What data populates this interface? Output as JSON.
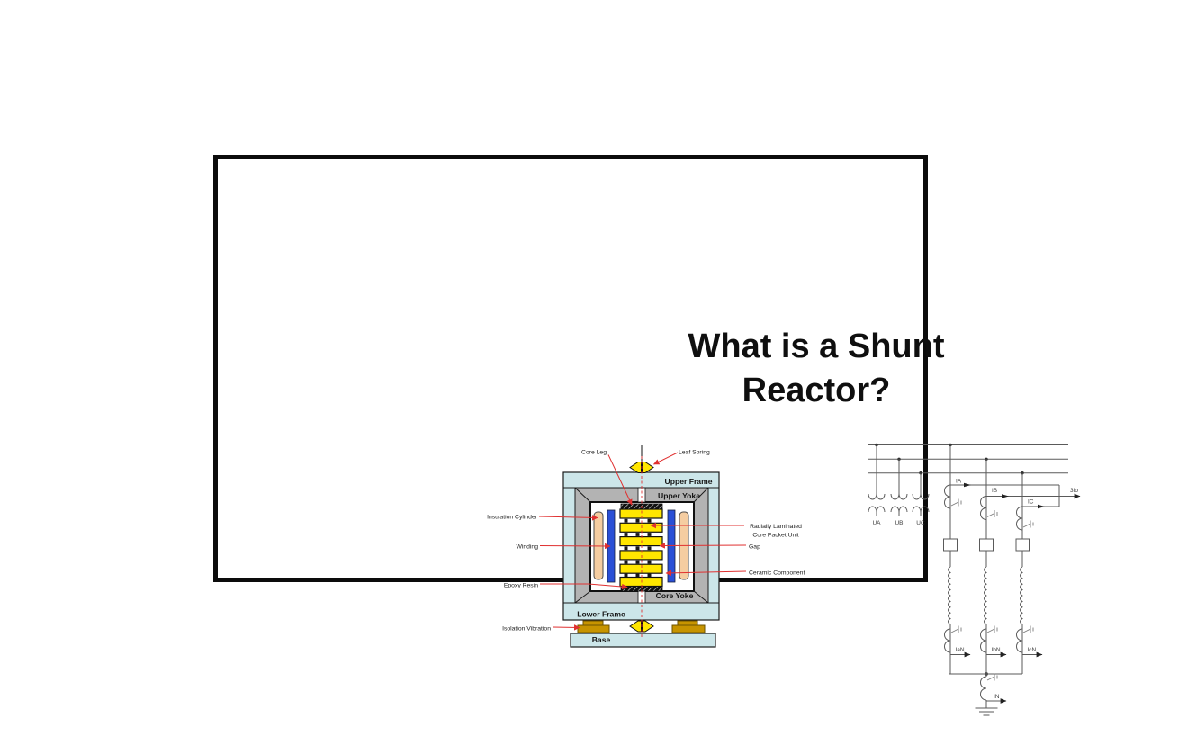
{
  "title": {
    "line1": "What is a Shunt",
    "line2": "Reactor?"
  },
  "reactor": {
    "labels": {
      "core_leg": "Core Leg",
      "leaf_spring": "Leaf Spring",
      "upper_frame": "Upper Frame",
      "upper_yoke": "Upper Yoke",
      "insulation_cylinder": "Insulation Cylinder",
      "winding": "Winding",
      "epoxy_resin": "Epoxy Resin",
      "isolation_vibration": "Isolation Vibration",
      "radially_laminated_line1": "Radially Laminated",
      "radially_laminated_line2": "Core Packet Unit",
      "gap": "Gap",
      "ceramic_component": "Ceramic Component",
      "core_yoke": "Core Yoke",
      "lower_frame": "Lower Frame",
      "base": "Base"
    },
    "colors": {
      "frame": "#cce6e9",
      "yoke_gray": "#b3b3b3",
      "core_yellow": "#ffe600",
      "winding_blue": "#2a4fd6",
      "insulation_peach": "#f5cda1",
      "foot_gold": "#c79400",
      "leader_red": "#e03030"
    }
  },
  "circuit": {
    "voltage_labels": [
      "UA",
      "UB",
      "UC"
    ],
    "phase_current_labels": [
      "IA",
      "IB",
      "IC"
    ],
    "residual_label": "3Io",
    "neutral_current_labels": [
      "IaN",
      "IbN",
      "IcN"
    ],
    "neutral_label": "IN"
  }
}
